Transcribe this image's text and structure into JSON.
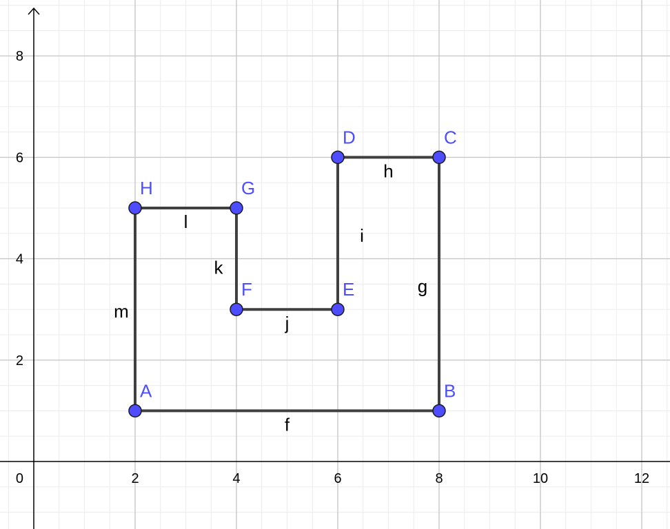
{
  "axes": {
    "x_range": [
      -0.6,
      12.6
    ],
    "y_range": [
      -1.3,
      9.1
    ],
    "x_ticks": [
      2,
      4,
      6,
      8,
      10,
      12
    ],
    "y_ticks": [
      2,
      4,
      6,
      8
    ],
    "origin_label": "0",
    "minor_step": 0.5,
    "major_step": 2
  },
  "colors": {
    "segment": "#404040",
    "point_fill": "#4d4dff",
    "point_label": "#4d4dff",
    "major_grid": "#c8c8c8",
    "minor_grid": "#ececec",
    "axis": "#000000"
  },
  "points": [
    {
      "name": "A",
      "x": 2,
      "y": 1
    },
    {
      "name": "B",
      "x": 8,
      "y": 1
    },
    {
      "name": "C",
      "x": 8,
      "y": 6
    },
    {
      "name": "D",
      "x": 6,
      "y": 6
    },
    {
      "name": "E",
      "x": 6,
      "y": 3
    },
    {
      "name": "F",
      "x": 4,
      "y": 3
    },
    {
      "name": "G",
      "x": 4,
      "y": 5
    },
    {
      "name": "H",
      "x": 2,
      "y": 5
    }
  ],
  "segments": [
    {
      "name": "f",
      "from": "A",
      "to": "B"
    },
    {
      "name": "g",
      "from": "B",
      "to": "C"
    },
    {
      "name": "h",
      "from": "C",
      "to": "D"
    },
    {
      "name": "i",
      "from": "D",
      "to": "E"
    },
    {
      "name": "j",
      "from": "E",
      "to": "F"
    },
    {
      "name": "k",
      "from": "F",
      "to": "G"
    },
    {
      "name": "l",
      "from": "G",
      "to": "H"
    },
    {
      "name": "m",
      "from": "H",
      "to": "A"
    }
  ]
}
